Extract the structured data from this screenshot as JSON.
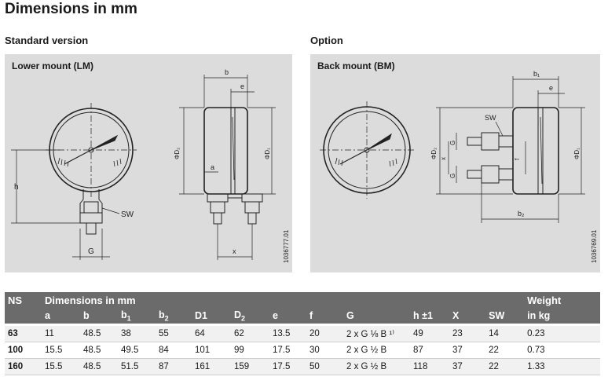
{
  "page_title": "Dimensions in mm",
  "standard": {
    "heading": "Standard version",
    "panel_title": "Lower mount (LM)",
    "drawing_number": "1036777.01",
    "labels": {
      "h": "h",
      "sw": "SW",
      "g": "G",
      "b": "b",
      "e": "e",
      "d2": "ΦD₂",
      "d1": "ΦD₁",
      "a": "a",
      "x": "x"
    }
  },
  "option": {
    "heading": "Option",
    "panel_title": "Back mount (BM)",
    "drawing_number": "1036769.01",
    "labels": {
      "b1": "b₁",
      "e": "e",
      "sw": "SW",
      "g1": "G",
      "g2": "G",
      "x": "x",
      "f": "f",
      "d2": "ΦD₂",
      "d1": "ΦD₁",
      "b2": "b₂"
    }
  },
  "table": {
    "header_top": {
      "ns": "NS",
      "dimensions": "Dimensions in mm",
      "weight": "Weight"
    },
    "header_cols": [
      "a",
      "b",
      "b",
      "b",
      "D1",
      "D",
      "e",
      "f",
      "G",
      "h ±1",
      "X",
      "SW",
      "in kg"
    ],
    "header_subs": [
      "",
      "",
      "1",
      "2",
      "",
      "2",
      "",
      "",
      "",
      "",
      "",
      "",
      ""
    ],
    "rows": [
      {
        "ns": "63",
        "cells": [
          "11",
          "48.5",
          "38",
          "55",
          "64",
          "62",
          "13.5",
          "20",
          "2 x G ⅛ B ¹⁾",
          "49",
          "23",
          "14",
          "0.23"
        ]
      },
      {
        "ns": "100",
        "cells": [
          "15.5",
          "48.5",
          "49.5",
          "84",
          "101",
          "99",
          "17.5",
          "30",
          "2 x G ½ B",
          "87",
          "37",
          "22",
          "0.73"
        ]
      },
      {
        "ns": "160",
        "cells": [
          "15.5",
          "48.5",
          "51.5",
          "87",
          "161",
          "159",
          "17.5",
          "50",
          "2 x G ½ B",
          "118",
          "37",
          "22",
          "1.33"
        ]
      }
    ]
  }
}
